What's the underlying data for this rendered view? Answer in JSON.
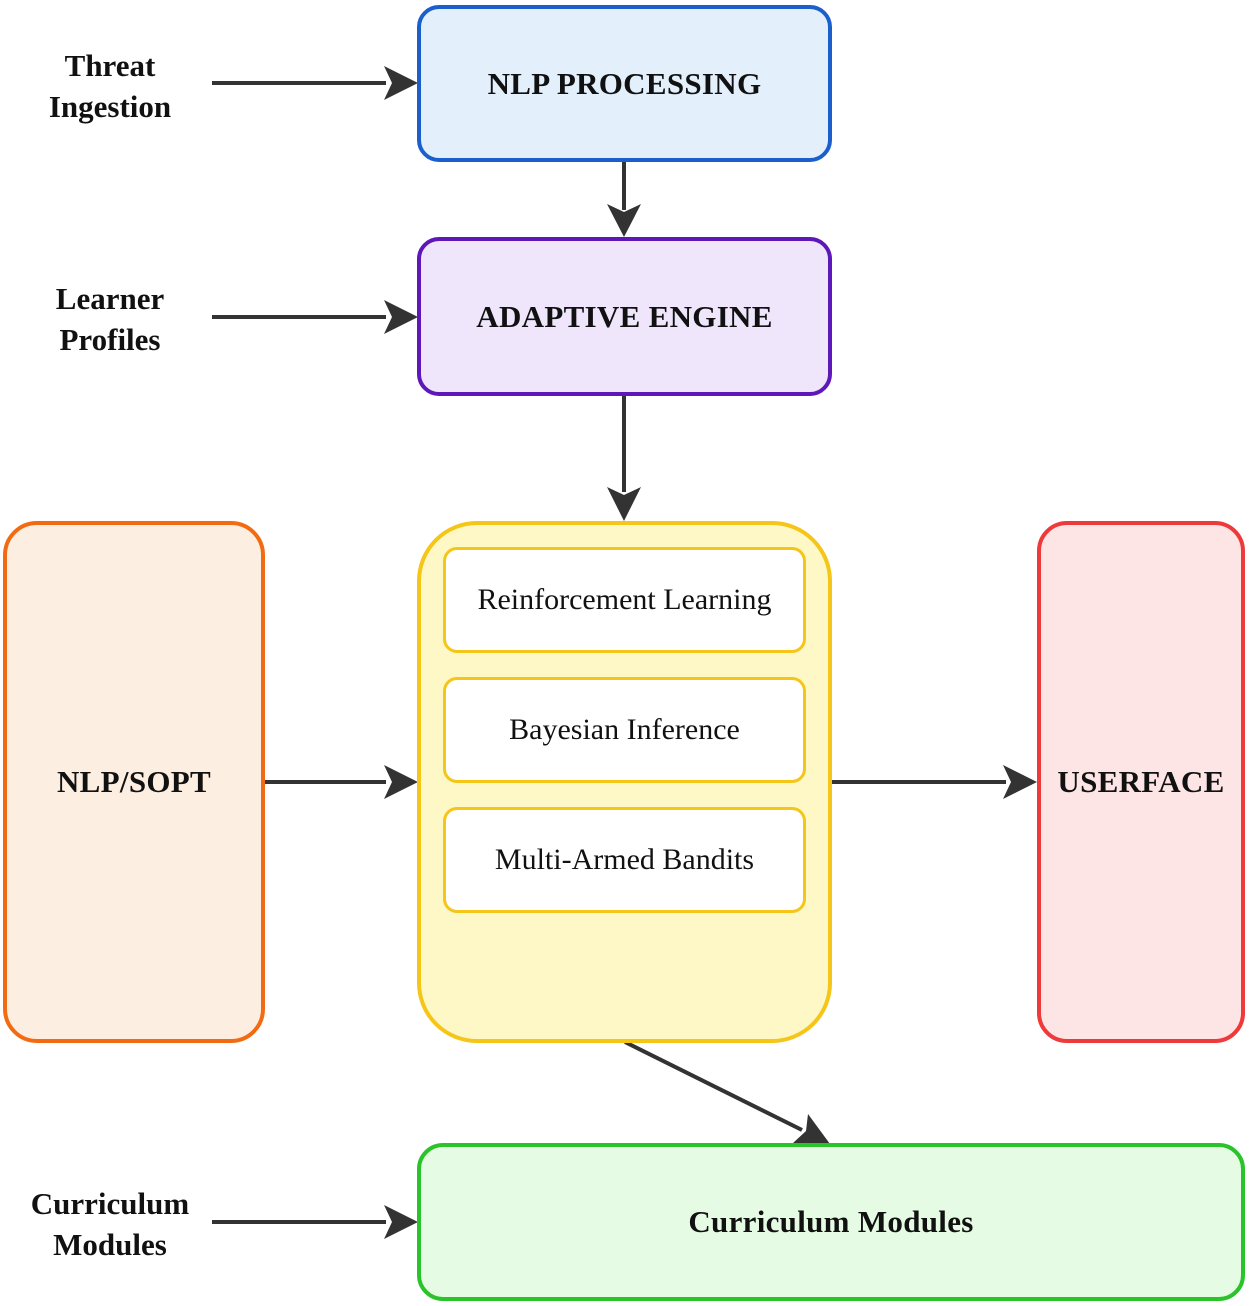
{
  "inputs": {
    "threat_ingestion": [
      "Threat",
      "Ingestion"
    ],
    "learner_profiles": [
      "Learner",
      "Profiles"
    ],
    "curriculum_modules": [
      "Curriculum",
      "Modules"
    ]
  },
  "boxes": {
    "nlp_processing": "NLP PROCESSING",
    "adaptive_engine": "ADAPTIVE ENGINE",
    "nlp_sopt": "NLP/SOPT",
    "userface": "USERFACE",
    "curriculum_modules": "Curriculum Modules"
  },
  "core": {
    "components": [
      "Reinforcement Learning",
      "Bayesian Inference",
      "Multi-Armed Bandits"
    ]
  },
  "colors": {
    "nlp_processing": {
      "border": "#1a5fcc",
      "fill": "#e3f0fc"
    },
    "adaptive_engine": {
      "border": "#5e17b8",
      "fill": "#efe6fb"
    },
    "core": {
      "border": "#f5c518",
      "fill": "#fdf8c6"
    },
    "nlp_sopt": {
      "border": "#f26b12",
      "fill": "#fdeee2"
    },
    "userface": {
      "border": "#ee3a3a",
      "fill": "#fde5e5"
    },
    "curriculum_modules": {
      "border": "#2ac42a",
      "fill": "#e5fbe3"
    },
    "arrow": "#333333"
  }
}
